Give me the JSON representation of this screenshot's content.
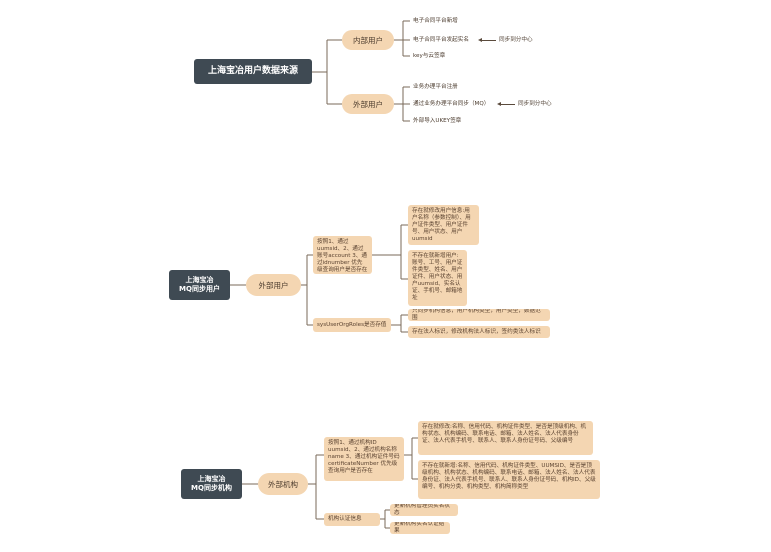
{
  "diagram1": {
    "root": "上海宝冶用户数据来源",
    "internal": {
      "label": "内部用户",
      "items": [
        "电子合同平台新增",
        "电子合同平台发起实名",
        "key与云签章"
      ],
      "sync_label": "同步到分中心"
    },
    "external": {
      "label": "外部用户",
      "items": [
        "业务办理平台注册",
        "通过业务办理平台同步（MQ）",
        "外部导入UKEY签章"
      ],
      "sync_label": "同步到分中心"
    }
  },
  "diagram2": {
    "root_lines": [
      "上海宝冶",
      "MQ同步用户"
    ],
    "branch": "外部用户",
    "judge": "按照1、通过uumsid、2、通过账号account 3、通过idnumber 优先级查询用户是否存在",
    "exists": "存在就修改用户信息:用户名称（参数控制）、用户证件类型、用户证件号、用户状态、用户uumsid",
    "not_exists": "不存在就新增用户:账号、工号、用户证件类型、姓名、用户证件、用户状态、用户uumsid、实名认证、手机号、邮箱地址",
    "roles": "sysUserOrgRoles是否存值",
    "role_items": [
      "只同步机构信息，用户机构类型，用户类型，数据范围",
      "存在法人标识，修改机构法人标识，签约类法人标识"
    ]
  },
  "diagram3": {
    "root_lines": [
      "上海宝冶",
      "MQ同步机构"
    ],
    "branch": "外部机构",
    "judge": "按照1、通过机构ID uumsid、2、通过机构名称name 3、通过机构证件号码certificateNumber 优先级查询用户是否存在",
    "exists": "存在就修改:名称、信用代码、机构证件类型、是否是顶级机构、机构状态、机构编码、联系电话、邮箱、法人姓名、法人代表身份证、法人代表手机号、联系人、联系人身份证号码、父级编号",
    "not_exists": "不存在就新增:名称、信用代码、机构证件类型、UUMSID、是否是顶级机构、机构状态、机构编码、联系电话、邮箱、法人姓名、法人代表身份证、法人代表手机号、联系人、联系人身份证号码、机构ID、父级编号、机构分类、机构类型、机构简称类型",
    "auth": "机构认证信息",
    "auth_items": [
      "更新机构管理员实名状态",
      "更新机构实名认证结果"
    ]
  }
}
